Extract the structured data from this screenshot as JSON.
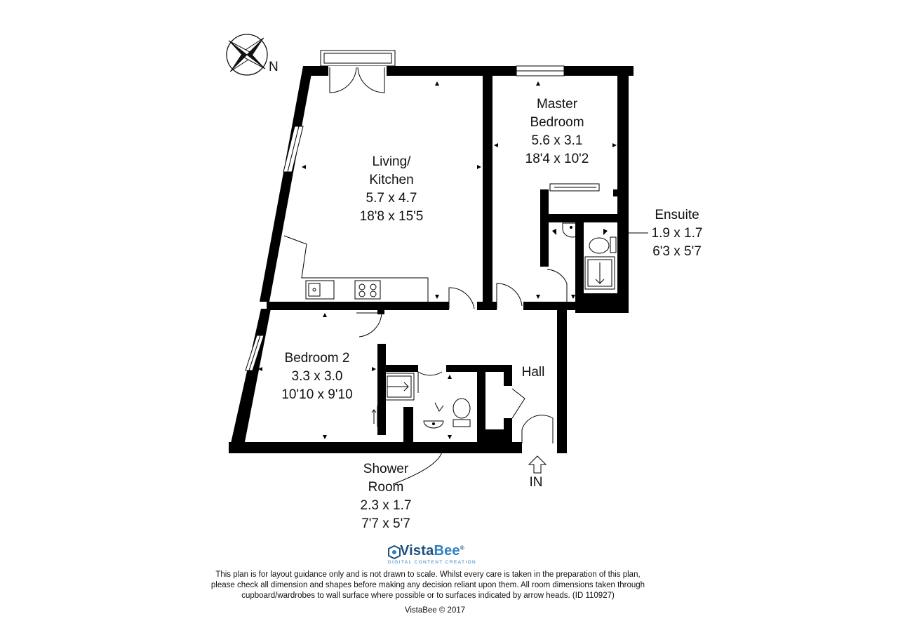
{
  "compass": {
    "label": "N",
    "icon": "compass-rose-icon"
  },
  "rooms": {
    "living": {
      "name1": "Living/",
      "name2": "Kitchen",
      "metric": "5.7 x 4.7",
      "imperial": "18'8 x 15'5"
    },
    "master": {
      "name1": "Master",
      "name2": "Bedroom",
      "metric": "5.6 x 3.1",
      "imperial": "18'4 x 10'2"
    },
    "ensuite": {
      "name": "Ensuite",
      "metric": "1.9 x 1.7",
      "imperial": "6'3 x 5'7"
    },
    "bedroom2": {
      "name": "Bedroom 2",
      "metric": "3.3 x 3.0",
      "imperial": "10'10 x 9'10"
    },
    "hall": {
      "name": "Hall"
    },
    "shower": {
      "name1": "Shower",
      "name2": "Room",
      "metric": "2.3 x 1.7",
      "imperial": "7'7 x 5'7"
    }
  },
  "entrance": {
    "label": "IN",
    "icon": "entrance-arrow-icon"
  },
  "logo": {
    "brand_a": "Vista",
    "brand_b": "Bee",
    "reg": "®",
    "tagline": "DIGITAL CONTENT CREATION",
    "icon": "vistabee-logo-icon"
  },
  "disclaimer": [
    "This plan is for layout guidance only and is not drawn to scale. Whilst every care is taken in the preparation of this plan,",
    "please check all dimension and shapes before making any decision reliant upon them. All room dimensions taken through",
    "cupboard/wardrobes to wall surface where possible or to surfaces indicated by arrow heads. (ID 110927)"
  ],
  "copyright": "VistaBee © 2017",
  "colors": {
    "wall": "#000000",
    "brand": "#1e4f7a",
    "accent": "#2f7fc1"
  }
}
